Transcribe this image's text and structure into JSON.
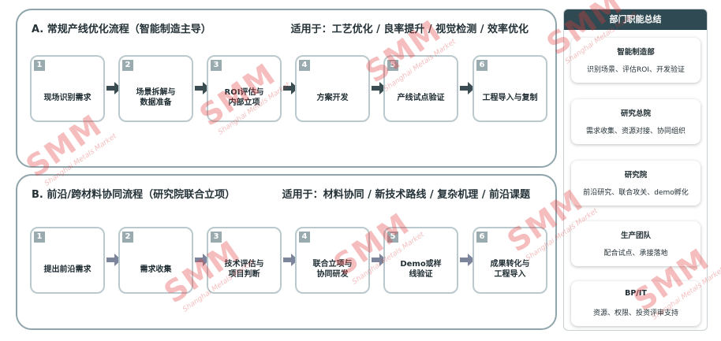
{
  "panel_a": {
    "title": "A. 常规产线优化流程（智能制造主导）",
    "scope": "适用于：工艺优化 / 良率提升 / 视觉检测 / 效率优化",
    "steps": [
      {
        "num": "1",
        "label": "现场识别需求"
      },
      {
        "num": "2",
        "label": "场景拆解与\n数据准备"
      },
      {
        "num": "3",
        "label": "ROI评估与\n内部立项"
      },
      {
        "num": "4",
        "label": "方案开发"
      },
      {
        "num": "5",
        "label": "产线试点验证"
      },
      {
        "num": "6",
        "label": "工程导入与复制"
      }
    ]
  },
  "panel_b": {
    "title": "B. 前沿/跨材料协同流程（研究院联合立项）",
    "scope": "适用于：材料协同 / 新技术路线 / 复杂机理 / 前沿课题",
    "steps": [
      {
        "num": "1",
        "label": "提出前沿需求"
      },
      {
        "num": "2",
        "label": "需求收集"
      },
      {
        "num": "3",
        "label": "技术评估与\n项目判断"
      },
      {
        "num": "4",
        "label": "联合立项与\n协同研发"
      },
      {
        "num": "5",
        "label": "Demo或样\n线验证"
      },
      {
        "num": "6",
        "label": "成果转化与\n工程导入"
      }
    ]
  },
  "sidebar": {
    "title": "部门职能总结",
    "roles": [
      {
        "name": "智能制造部",
        "desc": "识别场景、评估ROI、开发验证"
      },
      {
        "name": "研究总院",
        "desc": "需求收集、资源对接、协同组织"
      },
      {
        "name": "研究院",
        "desc": "前沿研究、联合攻关、demo孵化"
      },
      {
        "name": "生产团队",
        "desc": "配合试点、承接落地"
      },
      {
        "name": "BP/IT",
        "desc": "资源、权限、投资评审支持"
      }
    ]
  },
  "watermark": {
    "logo": "SMM",
    "sub": "Shanghai Metals Market"
  },
  "colors": {
    "panel_border": "#8fa4ab",
    "card_border": "#b9c9cd",
    "step_badge": "#9aabb0",
    "arrow_dark": "#3a4d53",
    "arrow_light": "#7d859c",
    "sidebar_header": "#2f4a52",
    "watermark": "#e23b3b"
  }
}
